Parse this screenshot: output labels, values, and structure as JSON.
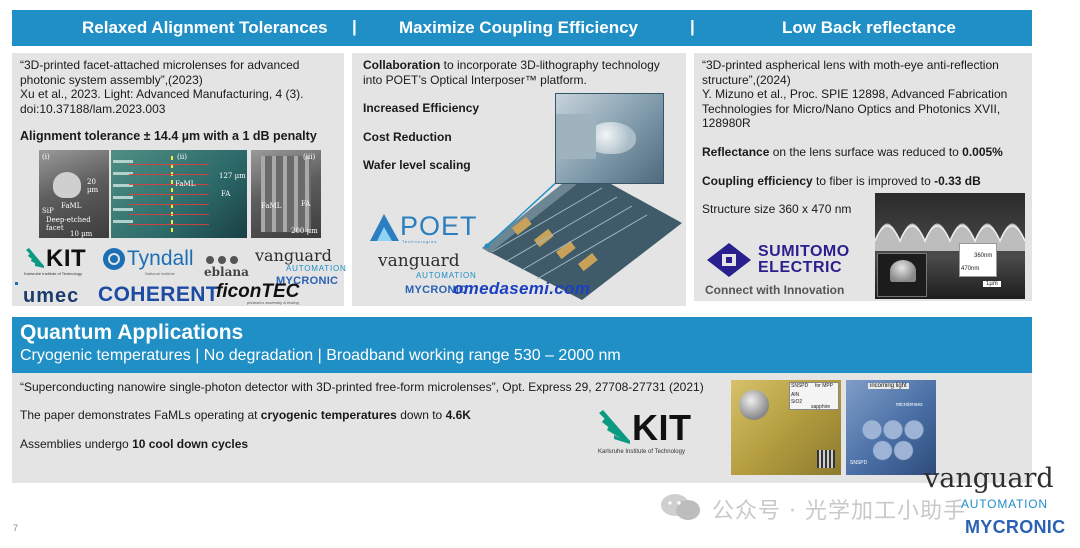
{
  "header": {
    "col1": "Relaxed Alignment Tolerances",
    "col2": "Maximize Coupling Efficiency",
    "col3": "Low Back reflectance",
    "separator": "|"
  },
  "panel1": {
    "line1": "“3D-printed facet-attached microlenses for advanced",
    "line2": "photonic system assembly”,(2023)",
    "line3": "Xu et al., 2023. Light: Advanced Manufacturing, 4 (3).",
    "line4": "doi:10.37188/lam.2023.003",
    "tolerance": "Alignment tolerance ± 14.4 µm with a 1 dB penalty",
    "img_labels": [
      "(i)",
      "(ii)",
      "(iii)",
      "SiP",
      "FaML",
      "Deep-etched facet",
      "FaML",
      "FA",
      "20 µm",
      "10 µm",
      "127 µm",
      "200 µm",
      "FaML",
      "FA"
    ]
  },
  "panel2": {
    "collab_bold": "Collaboration",
    "collab_rest": " to incorporate 3D-lithography technology",
    "collab_line2": "into POET’s Optical Interposer™ platform.",
    "item1": "Increased Efficiency",
    "item2": "Cost Reduction",
    "item3": "Wafer level scaling"
  },
  "panel3": {
    "line1": "“3D-printed aspherical lens with moth-eye anti-reflection",
    "line2": "structure”,(2024)",
    "line3": "Y. Mizuno et al., Proc. SPIE 12898, Advanced Fabrication",
    "line4": "Technologies for Micro/Nano Optics and Photonics XVII,",
    "line5": "128980R",
    "refl_bold": "Reflectance",
    "refl_mid": " on the lens surface was reduced to ",
    "refl_val": "0.005%",
    "coup_bold": "Coupling efficiency",
    "coup_mid": " to fiber is improved to ",
    "coup_val": "-0.33 dB",
    "size": "Structure size 360 x 470 nm",
    "img_label1": "360nm",
    "img_label2": "470nm",
    "img_label3": "1µm"
  },
  "logos": {
    "kit": "KIT",
    "kit_sub": "Karlsruhe Institute of Technology",
    "tyndall": "Tyndall",
    "tyndall_sub": "National Institute",
    "vanguard": "vanguard",
    "automation": "AUTOMATION",
    "mycronic": "MYCRONIC",
    "imec": "umec",
    "coherent": "COHERENT",
    "eblana": "eblana",
    "ficontec": "ficonTEC",
    "ficontec_sub": "photonics assembly & testing",
    "poet": "POET",
    "poet_sub": "Technologies",
    "sumitomo1": "SUMITOMO",
    "sumitomo2": "ELECTRIC",
    "connect": "Connect with Innovation",
    "watermark": "omedasemi.com"
  },
  "quantum": {
    "title": "Quantum Applications",
    "subtitle": "Cryogenic temperatures | No degradation | Broadband working range 530 – 2000 nm",
    "citation": "“Superconducting nanowire single-photon detector with 3D-printed free-form microlenses”, Opt. Express 29, 27708-27731 (2021)",
    "demo_pre": "The paper demonstrates FaMLs operating at ",
    "demo_bold": "cryogenic temperatures",
    "demo_mid": " down to ",
    "demo_val": "4.6K",
    "assy_pre": "Assemblies undergo ",
    "assy_bold": "10 cool down cycles",
    "img_labels": [
      "SNSPD",
      "for MPP",
      "AlN",
      "SiO2",
      "sapphire",
      "incoming light",
      "microlenses",
      "SNSPD"
    ]
  },
  "footer": {
    "page": "7",
    "wechat": "公众号 · 光学加工小助手",
    "vanguard": "vanguard",
    "automation": "AUTOMATION",
    "mycronic": "MYCRONIC"
  },
  "colors": {
    "accent": "#1f8fc6",
    "panel": "#e4e4e4"
  }
}
